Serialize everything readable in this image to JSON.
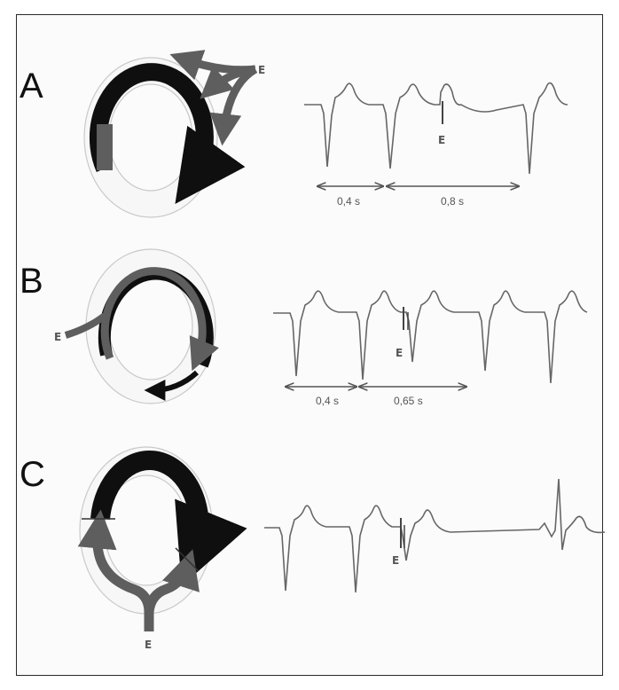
{
  "panels": [
    {
      "label": "A",
      "stim": "E",
      "trace_stim": "E",
      "intervals": [
        "0,4 s",
        "0,8 s"
      ]
    },
    {
      "label": "B",
      "stim": "E",
      "trace_stim": "E",
      "intervals": [
        "0,4 s",
        "0,65 s"
      ]
    },
    {
      "label": "C",
      "stim": "E",
      "trace_stim": "E",
      "intervals": []
    }
  ],
  "colors": {
    "frame": "#2a2a2a",
    "ring": "#c9c9c9",
    "dark_arrow": "#0f0f0f",
    "gray_arrow": "#5e5e5e",
    "trace": "#666666"
  }
}
